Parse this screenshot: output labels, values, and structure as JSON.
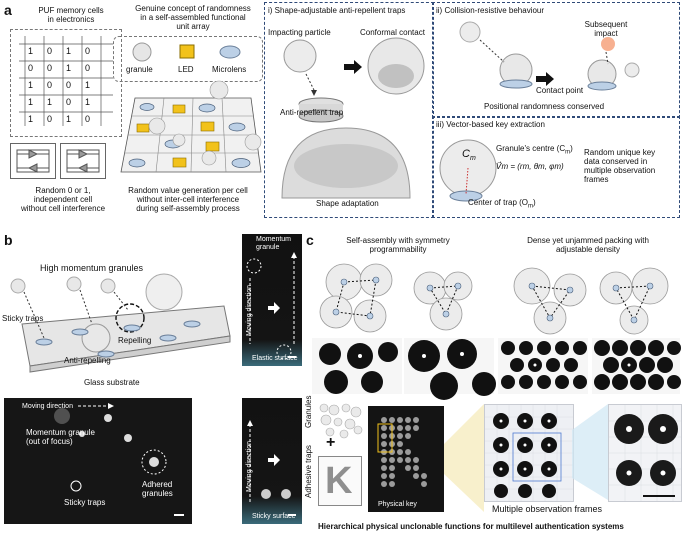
{
  "panel_a": {
    "label": "a",
    "puf_title_1": "PUF memory cells",
    "puf_title_2": "in electronics",
    "grid": [
      [
        "1",
        "0",
        "1",
        "0",
        ""
      ],
      [
        "0",
        "0",
        "1",
        "0",
        ""
      ],
      [
        "1",
        "0",
        "0",
        "1",
        ""
      ],
      [
        "1",
        "1",
        "0",
        "1",
        ""
      ],
      [
        "1",
        "0",
        "1",
        "0",
        ""
      ]
    ],
    "random_caption_1": "Random 0 or 1,",
    "random_caption_2": "independent cell",
    "random_caption_3": "without cell interference",
    "genuine_title_1": "Genuine concept of randomness",
    "genuine_title_2": "in a self-assembled functional",
    "genuine_title_3": "unit array",
    "legend_granule": "granule",
    "legend_led": "LED",
    "legend_microlens": "Microlens",
    "random_value_1": "Random value  generation per cell",
    "random_value_2": "without inter-cell interference",
    "random_value_3": "during self-assembly process",
    "sub_i": "i) Shape-adjustable anti-repellent traps",
    "impacting_particle": "Impacting particle",
    "conformal_contact": "Conformal contact",
    "anti_repellent_trap": "Anti-repellent trap",
    "shape_adaptation": "Shape adaptation",
    "sub_ii": "ii) Collision-resistive behaviour",
    "subsequent_impact_1": "Subsequent",
    "subsequent_impact_2": "impact",
    "contact_point": "Contact point",
    "positional_randomness": "Positional randomness conserved",
    "sub_iii": "iii) Vector-based key extraction",
    "granule_centre": "Granule's centre (C",
    "granule_centre_sub": "m",
    "granule_centre_end": ")",
    "cm_label": "C",
    "cm_sub": "m",
    "vector_eq": "V⃗m = (rm, θm, φm)",
    "center_trap": "Center of trap (O",
    "center_trap_sub": "m",
    "center_trap_end": ")",
    "random_key_1": "Random unique key",
    "random_key_2": "data conserved in",
    "random_key_3": "multiple observation",
    "random_key_4": "frames"
  },
  "panel_b": {
    "label": "b",
    "high_momentum": "High momentum granules",
    "repelling": "Repelling",
    "sticky_traps": "Sticky traps",
    "anti_repelling": "Anti-repelling",
    "glass_substrate": "Glass substrate",
    "momentum_granule_1": "Momentum",
    "momentum_granule_2": "granule",
    "moving_direction": "Moving direction",
    "elastic_surface": "Elastic surface",
    "moving_direction_2": "Moving direction",
    "momentum_oof_1": "Momentum granule",
    "momentum_oof_2": "(out of focus)",
    "adhered_1": "Adhered",
    "adhered_2": "granules",
    "sticky_traps_2": "Sticky traps",
    "moving_direction_3": "Moving direction",
    "sticky_surface": "Sticky surface"
  },
  "panel_c": {
    "label": "c",
    "title_left_1": "Self-assembly with symmetry",
    "title_left_2": "programmability",
    "title_right_1": "Dense yet unjammed packing with",
    "title_right_2": "adjustable density",
    "granules": "Granules",
    "adhesive_traps": "Adhesive traps",
    "physical_key": "Physical key",
    "multiple_frames": "Multiple observation frames",
    "plus": "+",
    "k_letter": "K"
  },
  "caption": "Hierarchical physical unclonable functions for multilevel authentication systems",
  "colors": {
    "dash_border": "#2f4a78",
    "led": "#f2c21b",
    "photo_bg": "#0c0c0c",
    "subsequent_impact": "#f6a27c"
  }
}
